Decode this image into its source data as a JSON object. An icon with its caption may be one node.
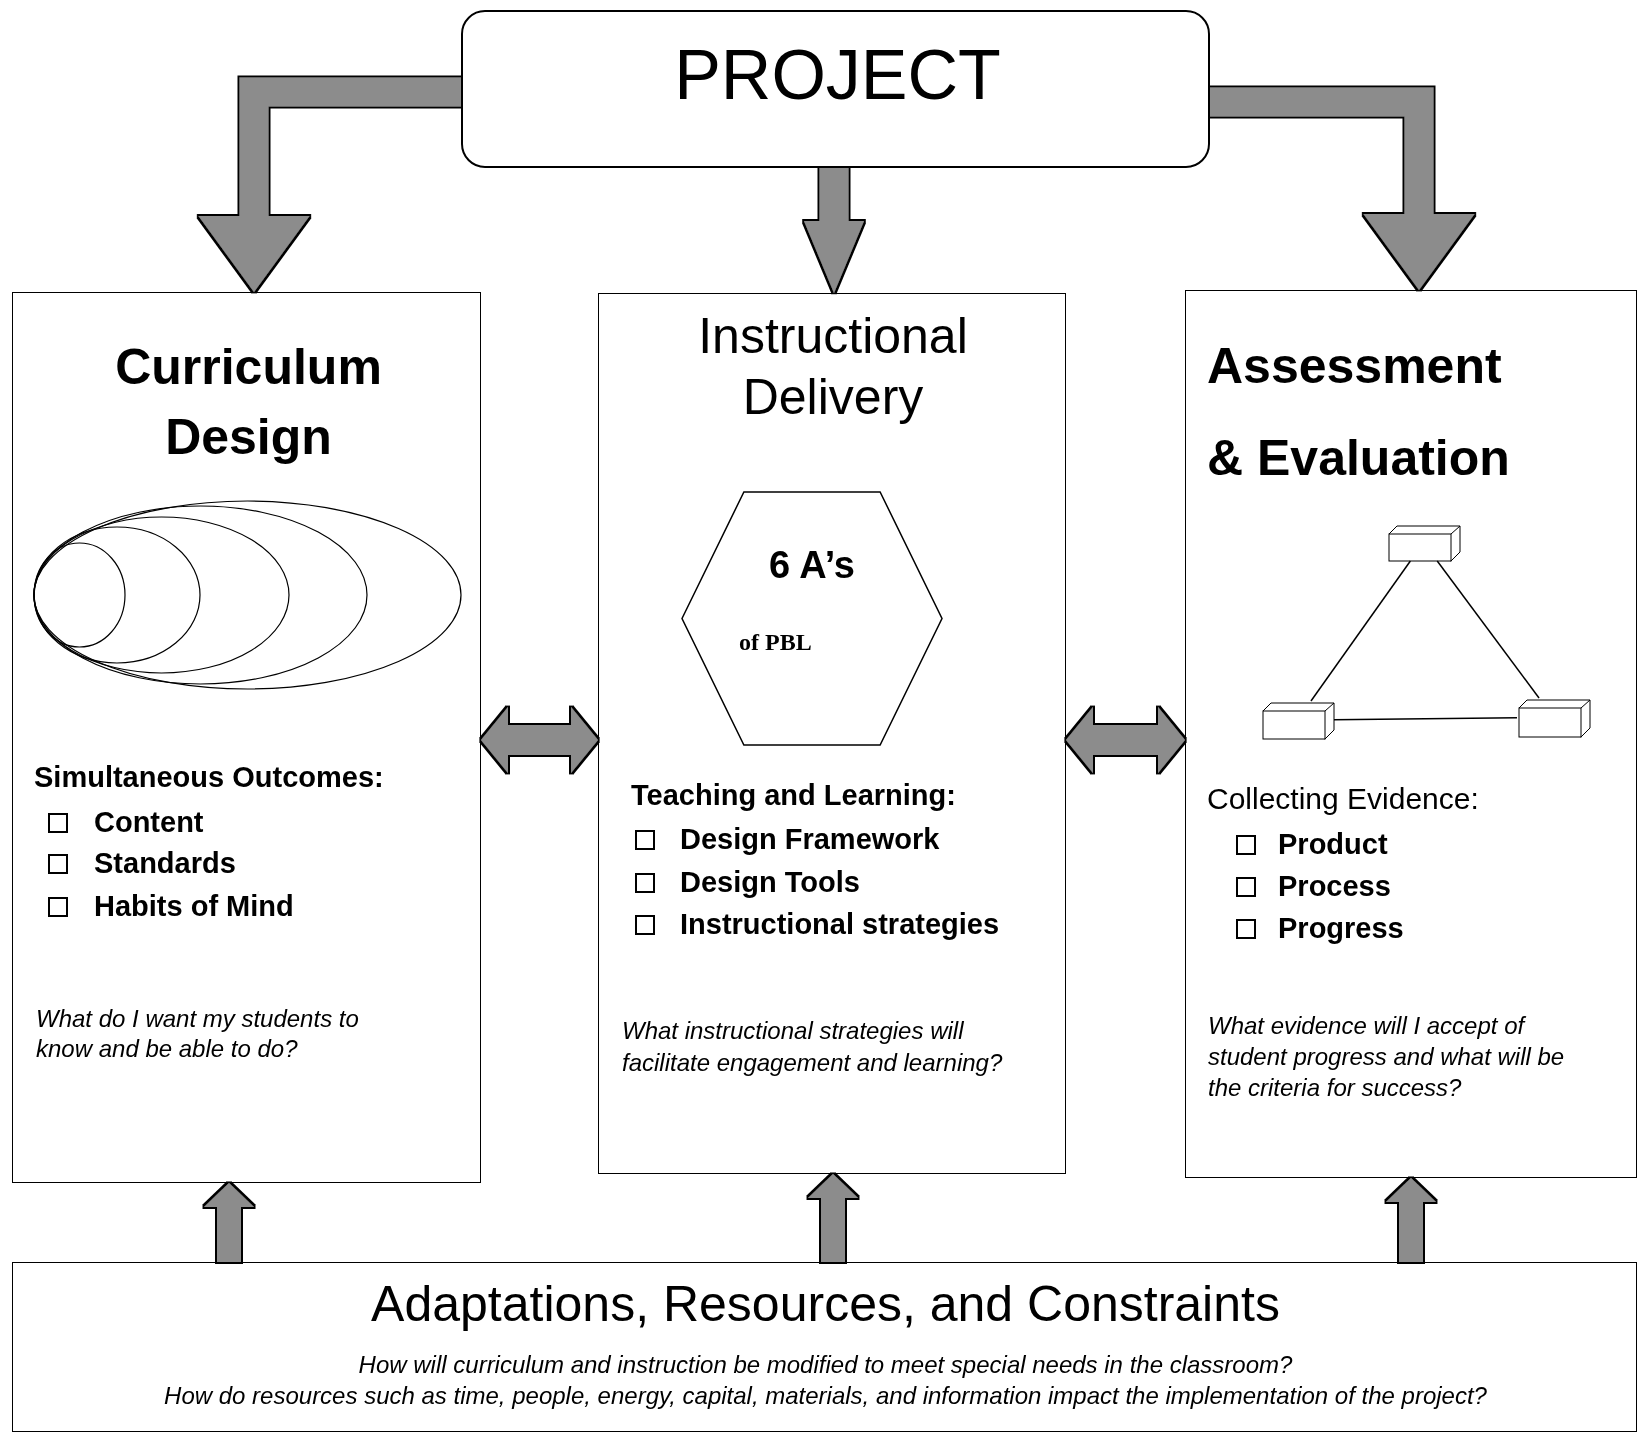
{
  "diagram": {
    "nodes": [
      {
        "text": [
          "PROJECT"
        ]
      },
      {
        "text": [
          "Curriculum Design",
          "Simultaneous Outcomes:",
          "Content",
          "Standards",
          "Habits of Mind",
          "What do I want my students to know and be able to do?"
        ]
      },
      {
        "text": [
          "Instructional Delivery",
          "Teaching and Learning:",
          "Design Framework",
          "Design Tools",
          "Instructional strategies",
          "What instructional strategies will facilitate engagement and learning?"
        ]
      },
      {
        "text": [
          "6 A’s",
          "of PBL"
        ],
        "in": 2
      },
      {
        "text": [
          "Assessment & Evaluation",
          "Collecting Evidence:",
          "Product",
          "Process",
          "Progress",
          "What evidence will I accept of student progress and what will be the criteria for success?"
        ]
      },
      {
        "text": [],
        "shape": "box",
        "in": 4
      },
      {
        "text": [],
        "shape": "box",
        "in": 4
      },
      {
        "text": [],
        "shape": "box",
        "in": 4
      },
      {
        "text": [
          "Adaptations, Resources, and Constraints",
          "How will curriculum and instruction be modified to meet special needs in the classroom?",
          "How do resources such as time, people, energy, capital, materials, and information impact the implementation of the project?"
        ]
      }
    ],
    "edges": [
      {
        "from": 0,
        "to": 1,
        "arrow": "to"
      },
      {
        "from": 0,
        "to": 2,
        "arrow": "to"
      },
      {
        "from": 0,
        "to": 4,
        "arrow": "to"
      },
      {
        "from": 1,
        "to": 2,
        "arrow": "both"
      },
      {
        "from": 2,
        "to": 4,
        "arrow": "both"
      },
      {
        "from": 8,
        "to": 1,
        "arrow": "to"
      },
      {
        "from": 8,
        "to": 2,
        "arrow": "to"
      },
      {
        "from": 8,
        "to": 4,
        "arrow": "to"
      },
      {
        "from": 5,
        "to": 6,
        "arrow": "none",
        "color": "#000000"
      },
      {
        "from": 5,
        "to": 7,
        "arrow": "none",
        "color": "#000000"
      },
      {
        "from": 6,
        "to": 7,
        "arrow": "none",
        "color": "#000000"
      }
    ]
  }
}
